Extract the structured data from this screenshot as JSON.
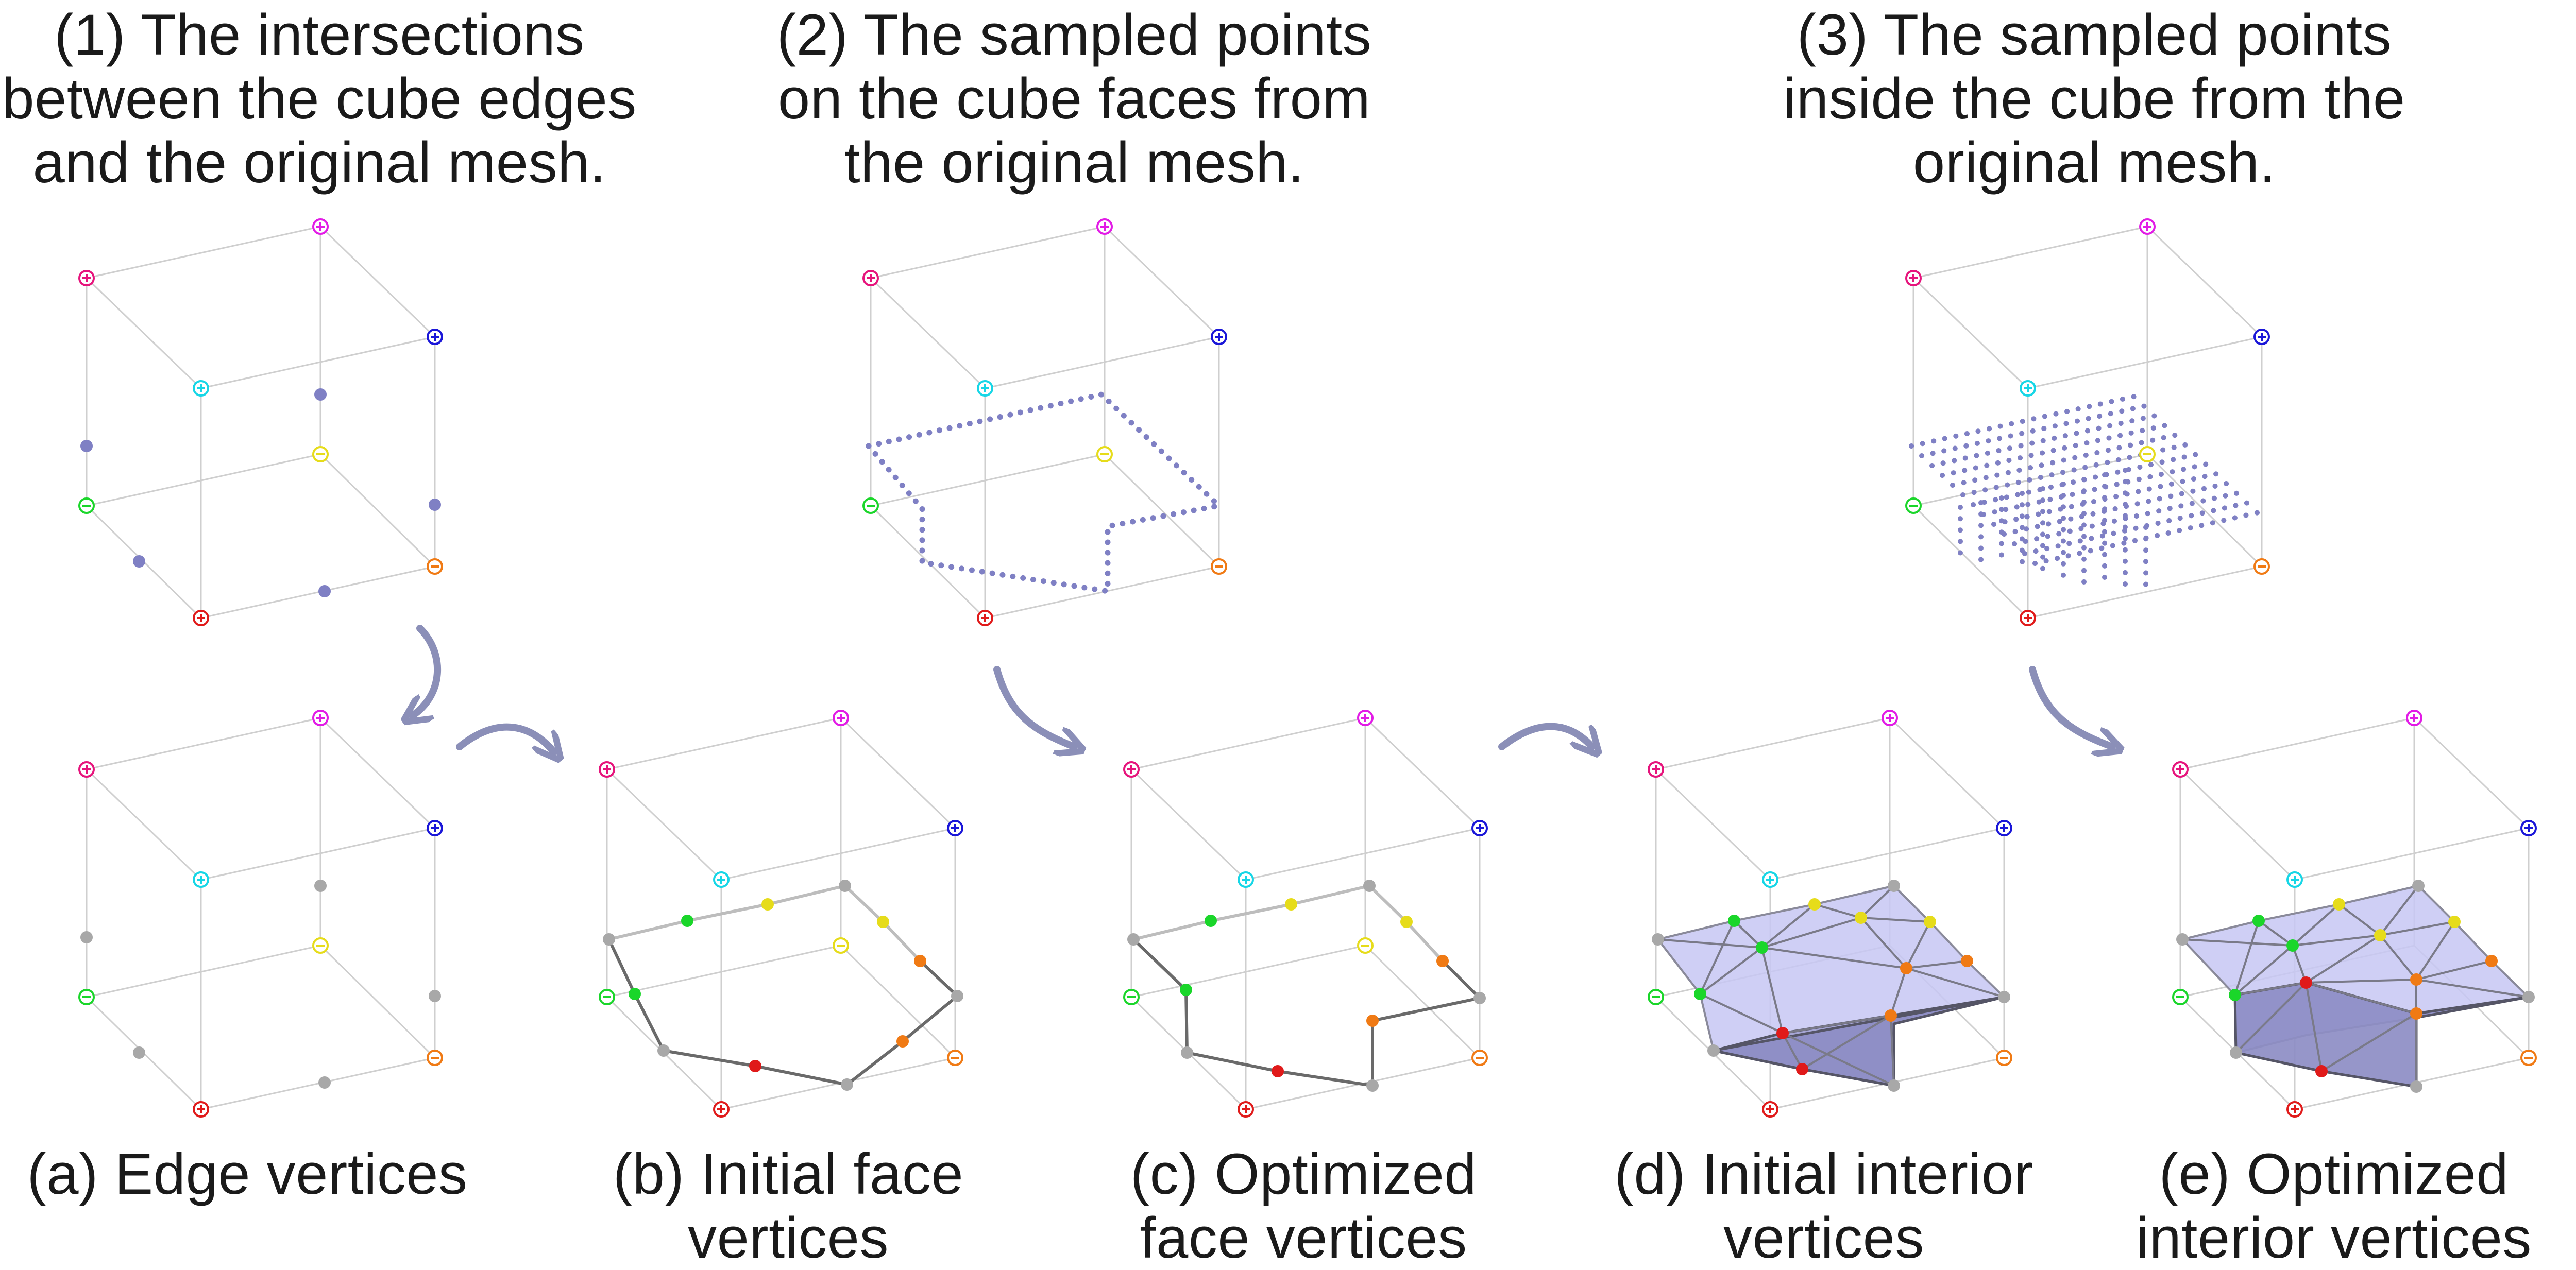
{
  "titles": {
    "t1": "(1) The intersections\nbetween the cube edges\nand the original mesh.",
    "t2": "(2) The sampled points\non the cube faces from\nthe original mesh.",
    "t3": "(3) The sampled points\ninside the cube from the\noriginal mesh."
  },
  "captions": {
    "a": "(a) Edge vertices",
    "b": "(b) Initial face\nvertices",
    "c": "(c) Optimized\nface vertices",
    "d": "(d) Initial interior\nvertices",
    "e": "(e) Optimized\ninterior vertices"
  },
  "corner_signs": {
    "front_top_left": "+",
    "back_top_right": "+",
    "back_top_left": "+",
    "front_top_right": "+",
    "front_bottom_left": "−",
    "back_bottom_right": "−",
    "back_bottom_left": "−",
    "front_bottom_right": "+"
  },
  "colors": {
    "magenta": "#e21be6",
    "crimson": "#e6147c",
    "blue": "#1a16d8",
    "cyan": "#16d6e6",
    "yellow": "#e6dc1a",
    "green": "#1ad62a",
    "orange": "#f07a14",
    "red": "#e01a1a",
    "edge_point": "#7f80c4",
    "gray_vertex": "#a8a8a8",
    "arrow": "#8b8fb8",
    "mesh_fill": "#b7b7ee"
  }
}
